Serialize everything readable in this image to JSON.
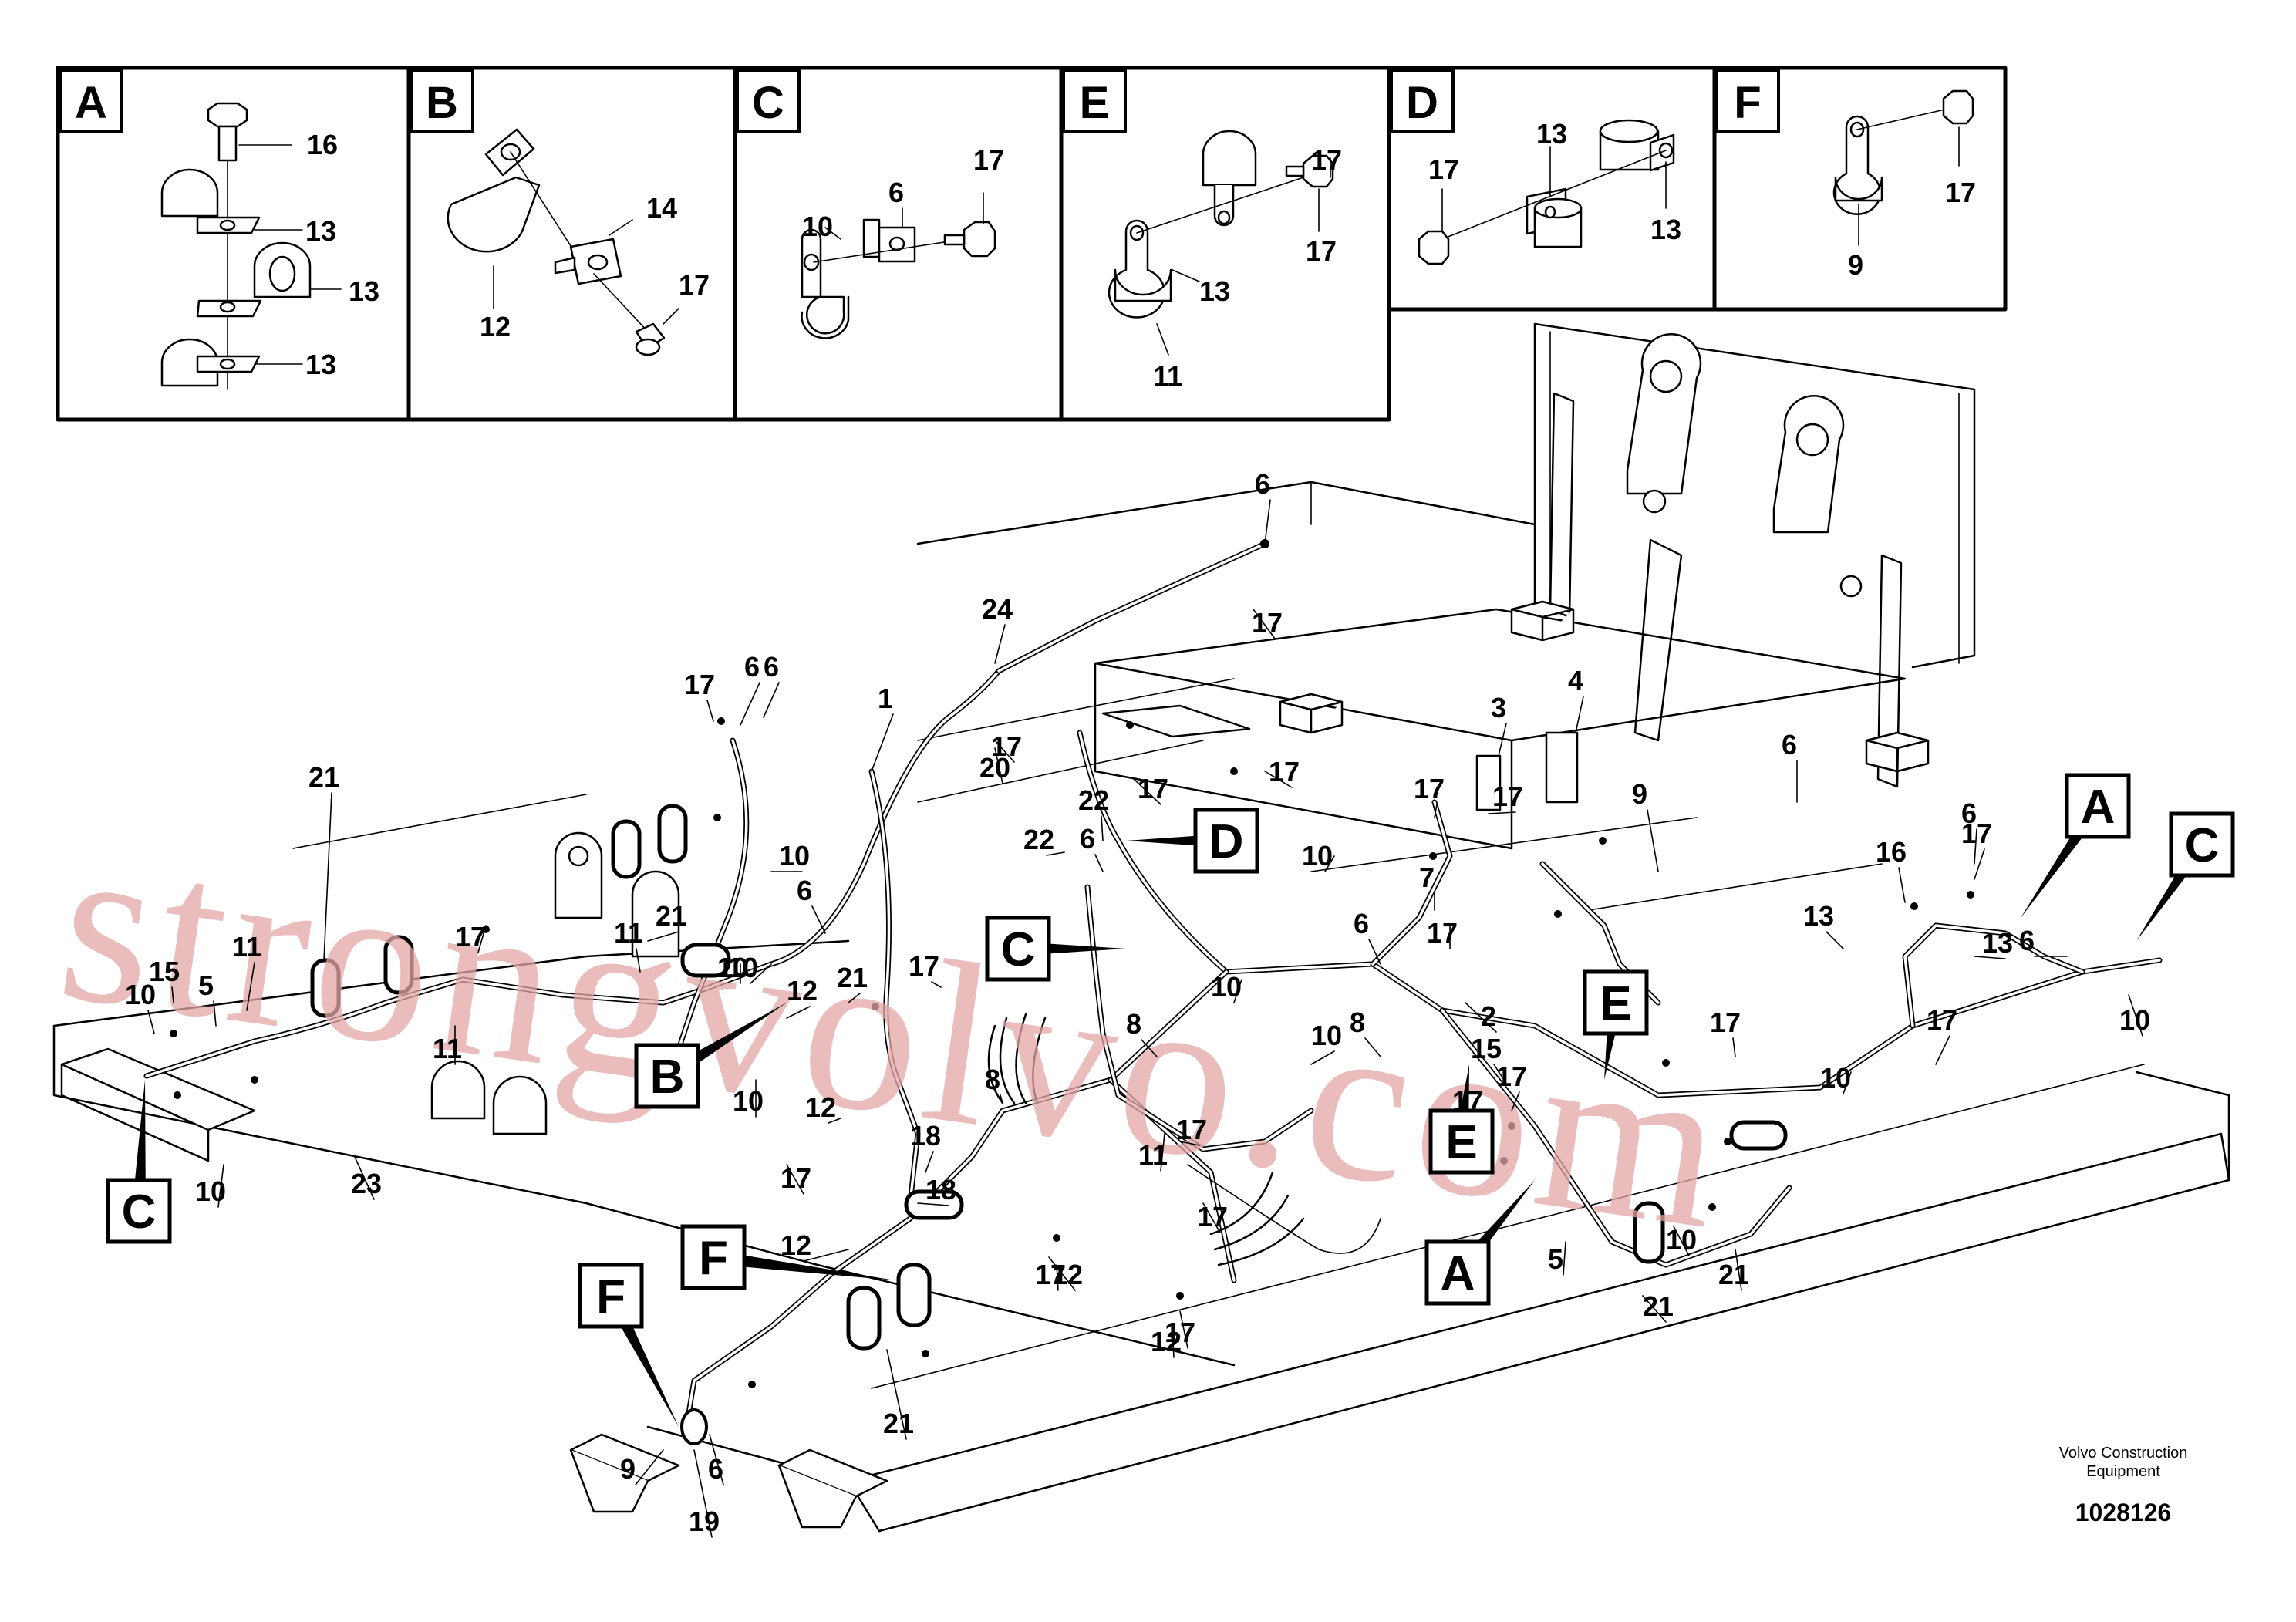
{
  "detail_panels": [
    {
      "letter": "A",
      "numbers": [
        "16",
        "13",
        "13",
        "13"
      ]
    },
    {
      "letter": "B",
      "numbers": [
        "14",
        "12",
        "17"
      ]
    },
    {
      "letter": "C",
      "numbers": [
        "17",
        "6",
        "10"
      ]
    },
    {
      "letter": "E",
      "numbers": [
        "17",
        "17",
        "13",
        "11"
      ]
    },
    {
      "letter": "D",
      "numbers": [
        "13",
        "17",
        "13"
      ]
    },
    {
      "letter": "F",
      "numbers": [
        "17",
        "9"
      ]
    }
  ],
  "callouts": [
    "1",
    "2",
    "3",
    "4",
    "5",
    "5",
    "6",
    "6",
    "6",
    "6",
    "6",
    "6",
    "6",
    "6",
    "6",
    "6",
    "7",
    "8",
    "8",
    "8",
    "9",
    "9",
    "10",
    "10",
    "10",
    "10",
    "10",
    "10",
    "10",
    "10",
    "10",
    "10",
    "10",
    "10",
    "11",
    "11",
    "11",
    "11",
    "12",
    "12",
    "12",
    "12",
    "12",
    "13",
    "13",
    "15",
    "15",
    "16",
    "17",
    "17",
    "17",
    "17",
    "17",
    "17",
    "17",
    "17",
    "17",
    "17",
    "17",
    "17",
    "17",
    "17",
    "17",
    "17",
    "17",
    "17",
    "17",
    "17",
    "17",
    "18",
    "18",
    "19",
    "20",
    "21",
    "21",
    "21",
    "21",
    "21",
    "21",
    "22",
    "22",
    "23",
    "24"
  ],
  "reference_boxes": [
    "A",
    "A",
    "B",
    "C",
    "C",
    "C",
    "D",
    "E",
    "E",
    "F",
    "F"
  ],
  "watermark": "strongvolvo.com",
  "footer": {
    "brand_line1": "Volvo Construction",
    "brand_line2": "Equipment",
    "drawing_number": "1028126"
  }
}
